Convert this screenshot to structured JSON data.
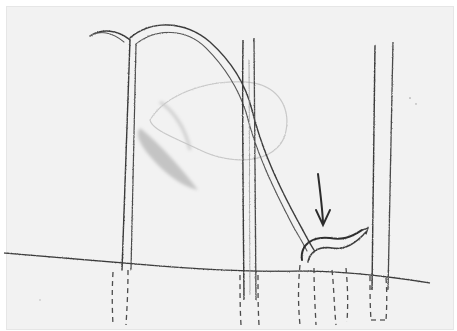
{
  "colors": {
    "paper": "#f2f2f2",
    "pencil_dark": "#3b3b3b",
    "pencil_mid": "#6f6f6f",
    "pencil_light": "#a9a9a9",
    "smudge": "#bdbdbd"
  },
  "illustration": {
    "elements": [
      "ground-line",
      "branching-stem",
      "tall-stem-center",
      "tall-stem-right",
      "diagonal-stem",
      "hooked-tip",
      "faint-loop",
      "smudged-leaf",
      "arrow-indicator",
      "dashed-roots"
    ]
  }
}
